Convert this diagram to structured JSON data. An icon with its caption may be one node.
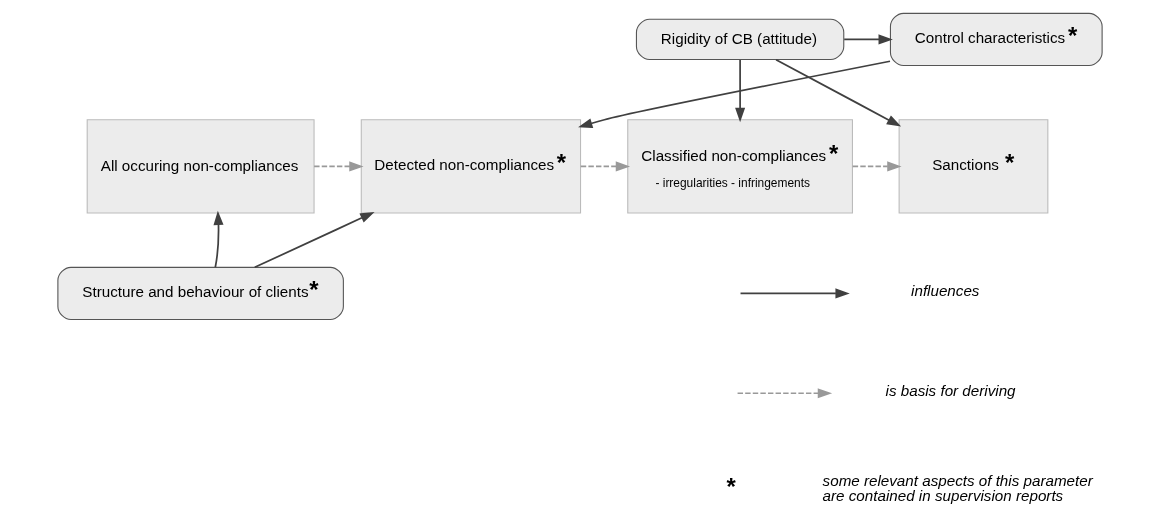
{
  "diagram": {
    "nodes": [
      {
        "text": [
          "Control characteristics",
          "*"
        ]
      },
      {
        "text": [
          "Rigidity of CB (attitude)"
        ]
      },
      {
        "text": [
          "All occuring non-compliances"
        ]
      },
      {
        "text": [
          "Detected non-compliances",
          "*"
        ]
      },
      {
        "text": [
          "Classified non-compliances",
          "*",
          "- irregularities - infringements"
        ]
      },
      {
        "text": [
          "Sanctions",
          "*"
        ]
      },
      {
        "text": [
          "Structure and behaviour of clients",
          "*"
        ]
      }
    ],
    "edges": [
      {
        "from": 1,
        "to": 0,
        "arrow": "to"
      },
      {
        "from": 0,
        "to": 3,
        "arrow": "to"
      },
      {
        "from": 1,
        "to": 4,
        "arrow": "to"
      },
      {
        "from": 1,
        "to": 5,
        "arrow": "to"
      },
      {
        "from": 2,
        "to": 3,
        "arrow": "to",
        "style": "dashed",
        "color": "#999999"
      },
      {
        "from": 3,
        "to": 4,
        "arrow": "to",
        "style": "dashed",
        "color": "#999999"
      },
      {
        "from": 4,
        "to": 5,
        "arrow": "to",
        "style": "dashed",
        "color": "#999999"
      },
      {
        "from": 6,
        "to": 2,
        "arrow": "to"
      },
      {
        "from": 6,
        "to": 3,
        "arrow": "to"
      }
    ],
    "labels": [
      "*"
    ],
    "legend": [
      {
        "text": "influences"
      },
      {
        "text": "is basis for deriving"
      },
      {
        "text": "some relevant aspects of this parameter are contained in supervision reports"
      }
    ]
  }
}
